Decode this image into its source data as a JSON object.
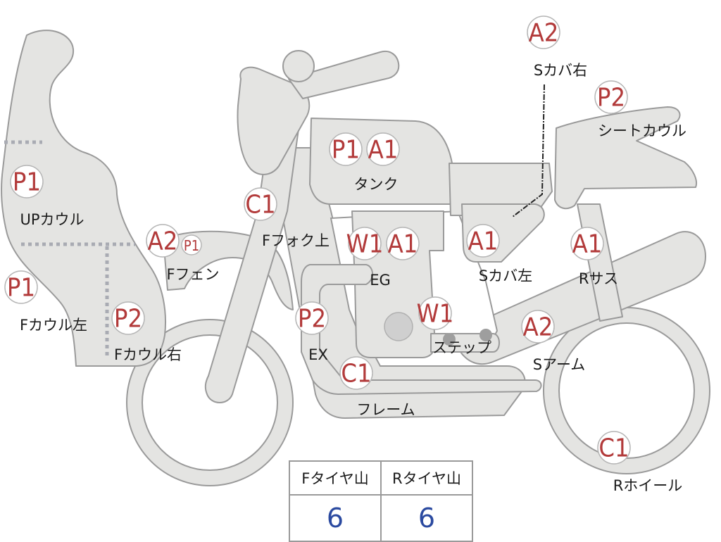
{
  "colors": {
    "code": "#b23a3a",
    "value": "#2b4aa0",
    "part_fill": "#e4e4e2",
    "part_stroke": "#9a9a9a"
  },
  "codes": [
    {
      "id": "a2-scover-r",
      "code": "A2"
    },
    {
      "id": "p2-seatcowl",
      "code": "P2"
    },
    {
      "id": "p1-tank",
      "code": "P1"
    },
    {
      "id": "a1-tank",
      "code": "A1"
    },
    {
      "id": "p1-upcowl",
      "code": "P1"
    },
    {
      "id": "c1-ffork",
      "code": "C1"
    },
    {
      "id": "a2-ffender",
      "code": "A2"
    },
    {
      "id": "p1-ffender",
      "code": "P1"
    },
    {
      "id": "w1-eg",
      "code": "W1"
    },
    {
      "id": "a1-eg",
      "code": "A1"
    },
    {
      "id": "a1-scover-l",
      "code": "A1"
    },
    {
      "id": "a1-rsus",
      "code": "A1"
    },
    {
      "id": "p1-fcowl-l",
      "code": "P1"
    },
    {
      "id": "p2-ex",
      "code": "P2"
    },
    {
      "id": "w1-step",
      "code": "W1"
    },
    {
      "id": "a2-sarm",
      "code": "A2"
    },
    {
      "id": "p2-fcowl-r",
      "code": "P2"
    },
    {
      "id": "c1-frame",
      "code": "C1"
    },
    {
      "id": "c1-rwheel",
      "code": "C1"
    }
  ],
  "labels": [
    {
      "id": "scover-r",
      "text": "Sカバ右"
    },
    {
      "id": "seatcowl",
      "text": "シートカウル"
    },
    {
      "id": "tank",
      "text": "タンク"
    },
    {
      "id": "upcowl",
      "text": "UPカウル"
    },
    {
      "id": "ffork",
      "text": "Fフォク上"
    },
    {
      "id": "ffender",
      "text": "Fフェン"
    },
    {
      "id": "eg",
      "text": "EG"
    },
    {
      "id": "scover-l",
      "text": "Sカバ左"
    },
    {
      "id": "rsus",
      "text": "Rサス"
    },
    {
      "id": "fcowl-l",
      "text": "Fカウル左"
    },
    {
      "id": "ex",
      "text": "EX"
    },
    {
      "id": "step",
      "text": "ステップ"
    },
    {
      "id": "sarm",
      "text": "Sアーム"
    },
    {
      "id": "fcowl-r",
      "text": "Fカウル右"
    },
    {
      "id": "frame",
      "text": "フレーム"
    },
    {
      "id": "rwheel",
      "text": "Rホイール"
    }
  ],
  "tread": {
    "front_label": "Fタイヤ山",
    "rear_label": "Rタイヤ山",
    "front_value": "6",
    "rear_value": "6"
  }
}
